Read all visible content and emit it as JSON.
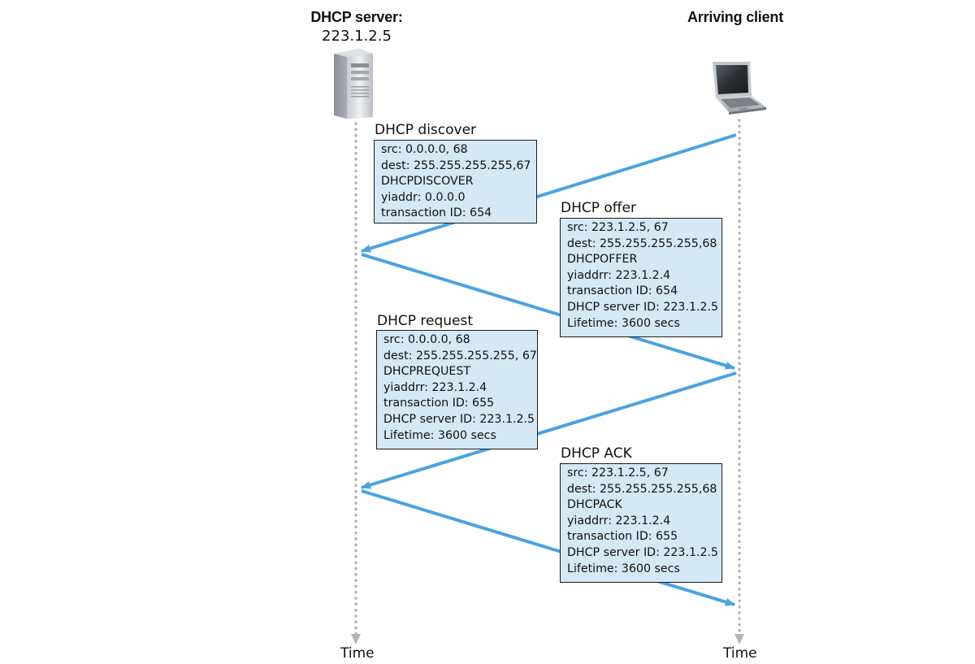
{
  "server": {
    "title": "DHCP server:",
    "address": "223.1.2.5",
    "icon": "server-tower-icon"
  },
  "client": {
    "title": "Arriving client",
    "icon": "laptop-icon"
  },
  "timeline": {
    "left_label": "Time",
    "right_label": "Time"
  },
  "messages": [
    {
      "title": "DHCP discover",
      "lines": [
        "src: 0.0.0.0, 68",
        "dest: 255.255.255.255,67",
        "DHCPDISCOVER",
        "yiaddr: 0.0.0.0",
        "transaction ID: 654"
      ]
    },
    {
      "title": "DHCP offer",
      "lines": [
        "src: 223.1.2.5, 67",
        "dest: 255.255.255.255,68",
        "DHCPOFFER",
        "yiaddrr: 223.1.2.4",
        "transaction ID: 654",
        "DHCP server ID: 223.1.2.5",
        "Lifetime: 3600 secs"
      ]
    },
    {
      "title": "DHCP request",
      "lines": [
        "src: 0.0.0.0, 68",
        "dest: 255.255.255.255, 67",
        "DHCPREQUEST",
        "yiaddrr: 223.1.2.4",
        "transaction ID: 655",
        "DHCP server ID: 223.1.2.5",
        "Lifetime: 3600 secs"
      ]
    },
    {
      "title": "DHCP ACK",
      "lines": [
        "src: 223.1.2.5, 67",
        "dest: 255.255.255.255,68",
        "DHCPACK",
        "yiaddrr: 223.1.2.4",
        "transaction ID: 655",
        "DHCP server ID: 223.1.2.5",
        "Lifetime: 3600 secs"
      ]
    }
  ],
  "colors": {
    "arrow": "#4aa3df",
    "box_fill": "#d4e8f6",
    "timeline": "#b4b4b4"
  }
}
